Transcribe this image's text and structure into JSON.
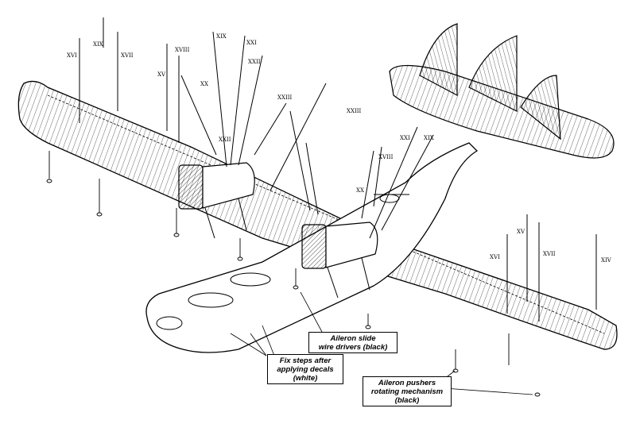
{
  "callouts": {
    "aileron_slide": [
      "Aileron slide",
      "wire drivers (black)"
    ],
    "fix_steps": [
      "Fix steps after",
      "applying decals",
      "(white)"
    ],
    "aileron_pushers": [
      "Aileron pushers",
      "rotating mechanism",
      "(black)"
    ]
  },
  "strut_labels": {
    "left_wing": [
      "XVI",
      "XIX",
      "XVII",
      "XV",
      "XVIII",
      "XIX",
      "XX",
      "XXI",
      "XXII",
      "XXIII",
      "XXII"
    ],
    "center": [
      "XXIII",
      "XXI",
      "XIX",
      "XVIII",
      "XX"
    ],
    "right_wing": [
      "XVI",
      "XV",
      "XVII",
      "XIV"
    ]
  },
  "colors": {
    "line": "#000000",
    "background": "#ffffff"
  }
}
